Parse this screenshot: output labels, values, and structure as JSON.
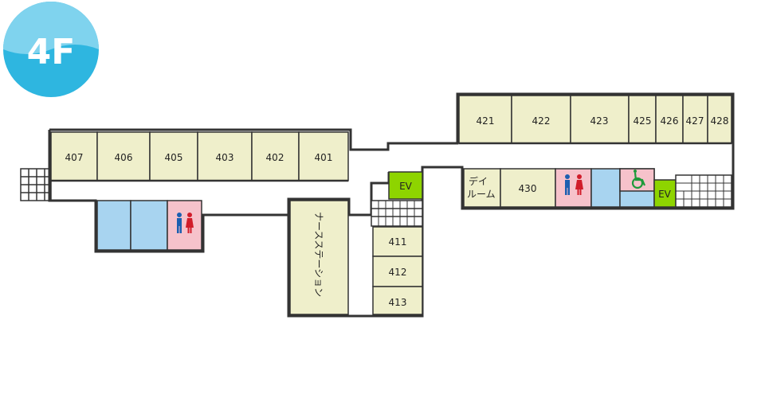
{
  "floor": {
    "label": "4F"
  },
  "colors": {
    "room": "#efefcb",
    "corridor": "#ffffff",
    "wall": "#333333",
    "bath": "#a8d4f0",
    "restroom": "#f6c2cb",
    "elevator": "#8ed400",
    "badge": "#2eb6e0"
  },
  "rooms": {
    "r407": "407",
    "r406": "406",
    "r405": "405",
    "r403": "403",
    "r402": "402",
    "r401": "401",
    "r421": "421",
    "r422": "422",
    "r423": "423",
    "r425": "425",
    "r426": "426",
    "r427": "427",
    "r428": "428",
    "r430": "430",
    "r411": "411",
    "r412": "412",
    "r413": "413"
  },
  "facilities": {
    "nurse_station": "ナースステーション",
    "day_room_line1": "デイ",
    "day_room_line2": "ルーム",
    "elevator_1": "EV",
    "elevator_2": "EV"
  },
  "icons": {
    "restroom_left": "restroom-icon",
    "restroom_right": "restroom-icon",
    "accessible": "wheelchair-icon"
  }
}
